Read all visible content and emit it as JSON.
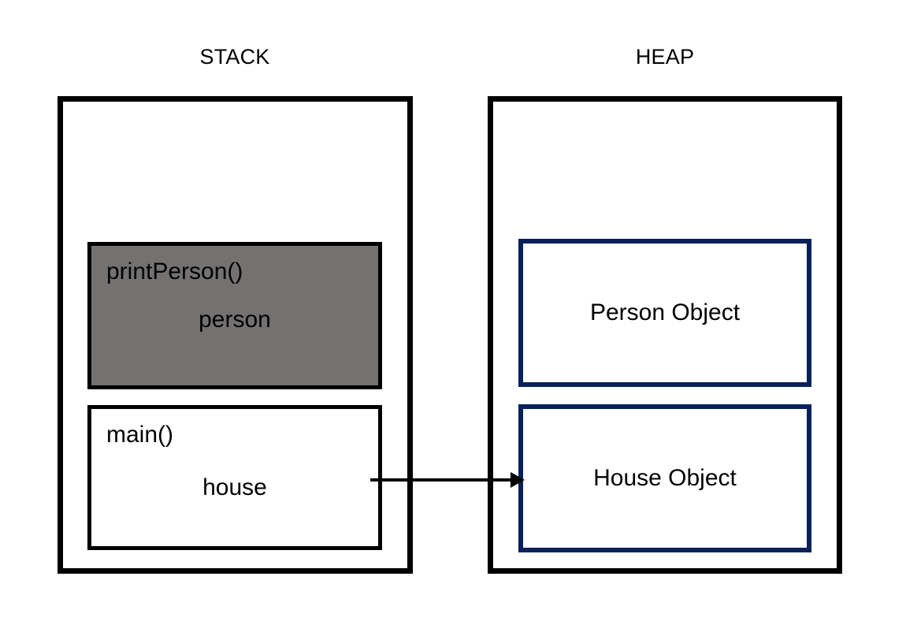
{
  "diagram": {
    "title_stack": "STACK",
    "title_heap": "HEAP",
    "colors": {
      "background": "#ffffff",
      "region_border": "#000000",
      "frame_border": "#000000",
      "active_frame_fill": "#747171",
      "inactive_frame_fill": "#ffffff",
      "heap_object_border": "#08215A",
      "text": "#000000",
      "arrow": "#000000"
    },
    "stack": {
      "label": "STACK",
      "frames": [
        {
          "name": "printPerson()",
          "variable": "person",
          "state": "active",
          "fill": "#747171"
        },
        {
          "name": "main()",
          "variable": "house",
          "state": "inactive",
          "fill": "#ffffff"
        }
      ]
    },
    "heap": {
      "label": "HEAP",
      "objects": [
        {
          "label": "Person Object"
        },
        {
          "label": "House Object"
        }
      ]
    },
    "arrows": [
      {
        "name": "house-to-house-object",
        "from": "main().house",
        "to": "House Object"
      }
    ]
  }
}
